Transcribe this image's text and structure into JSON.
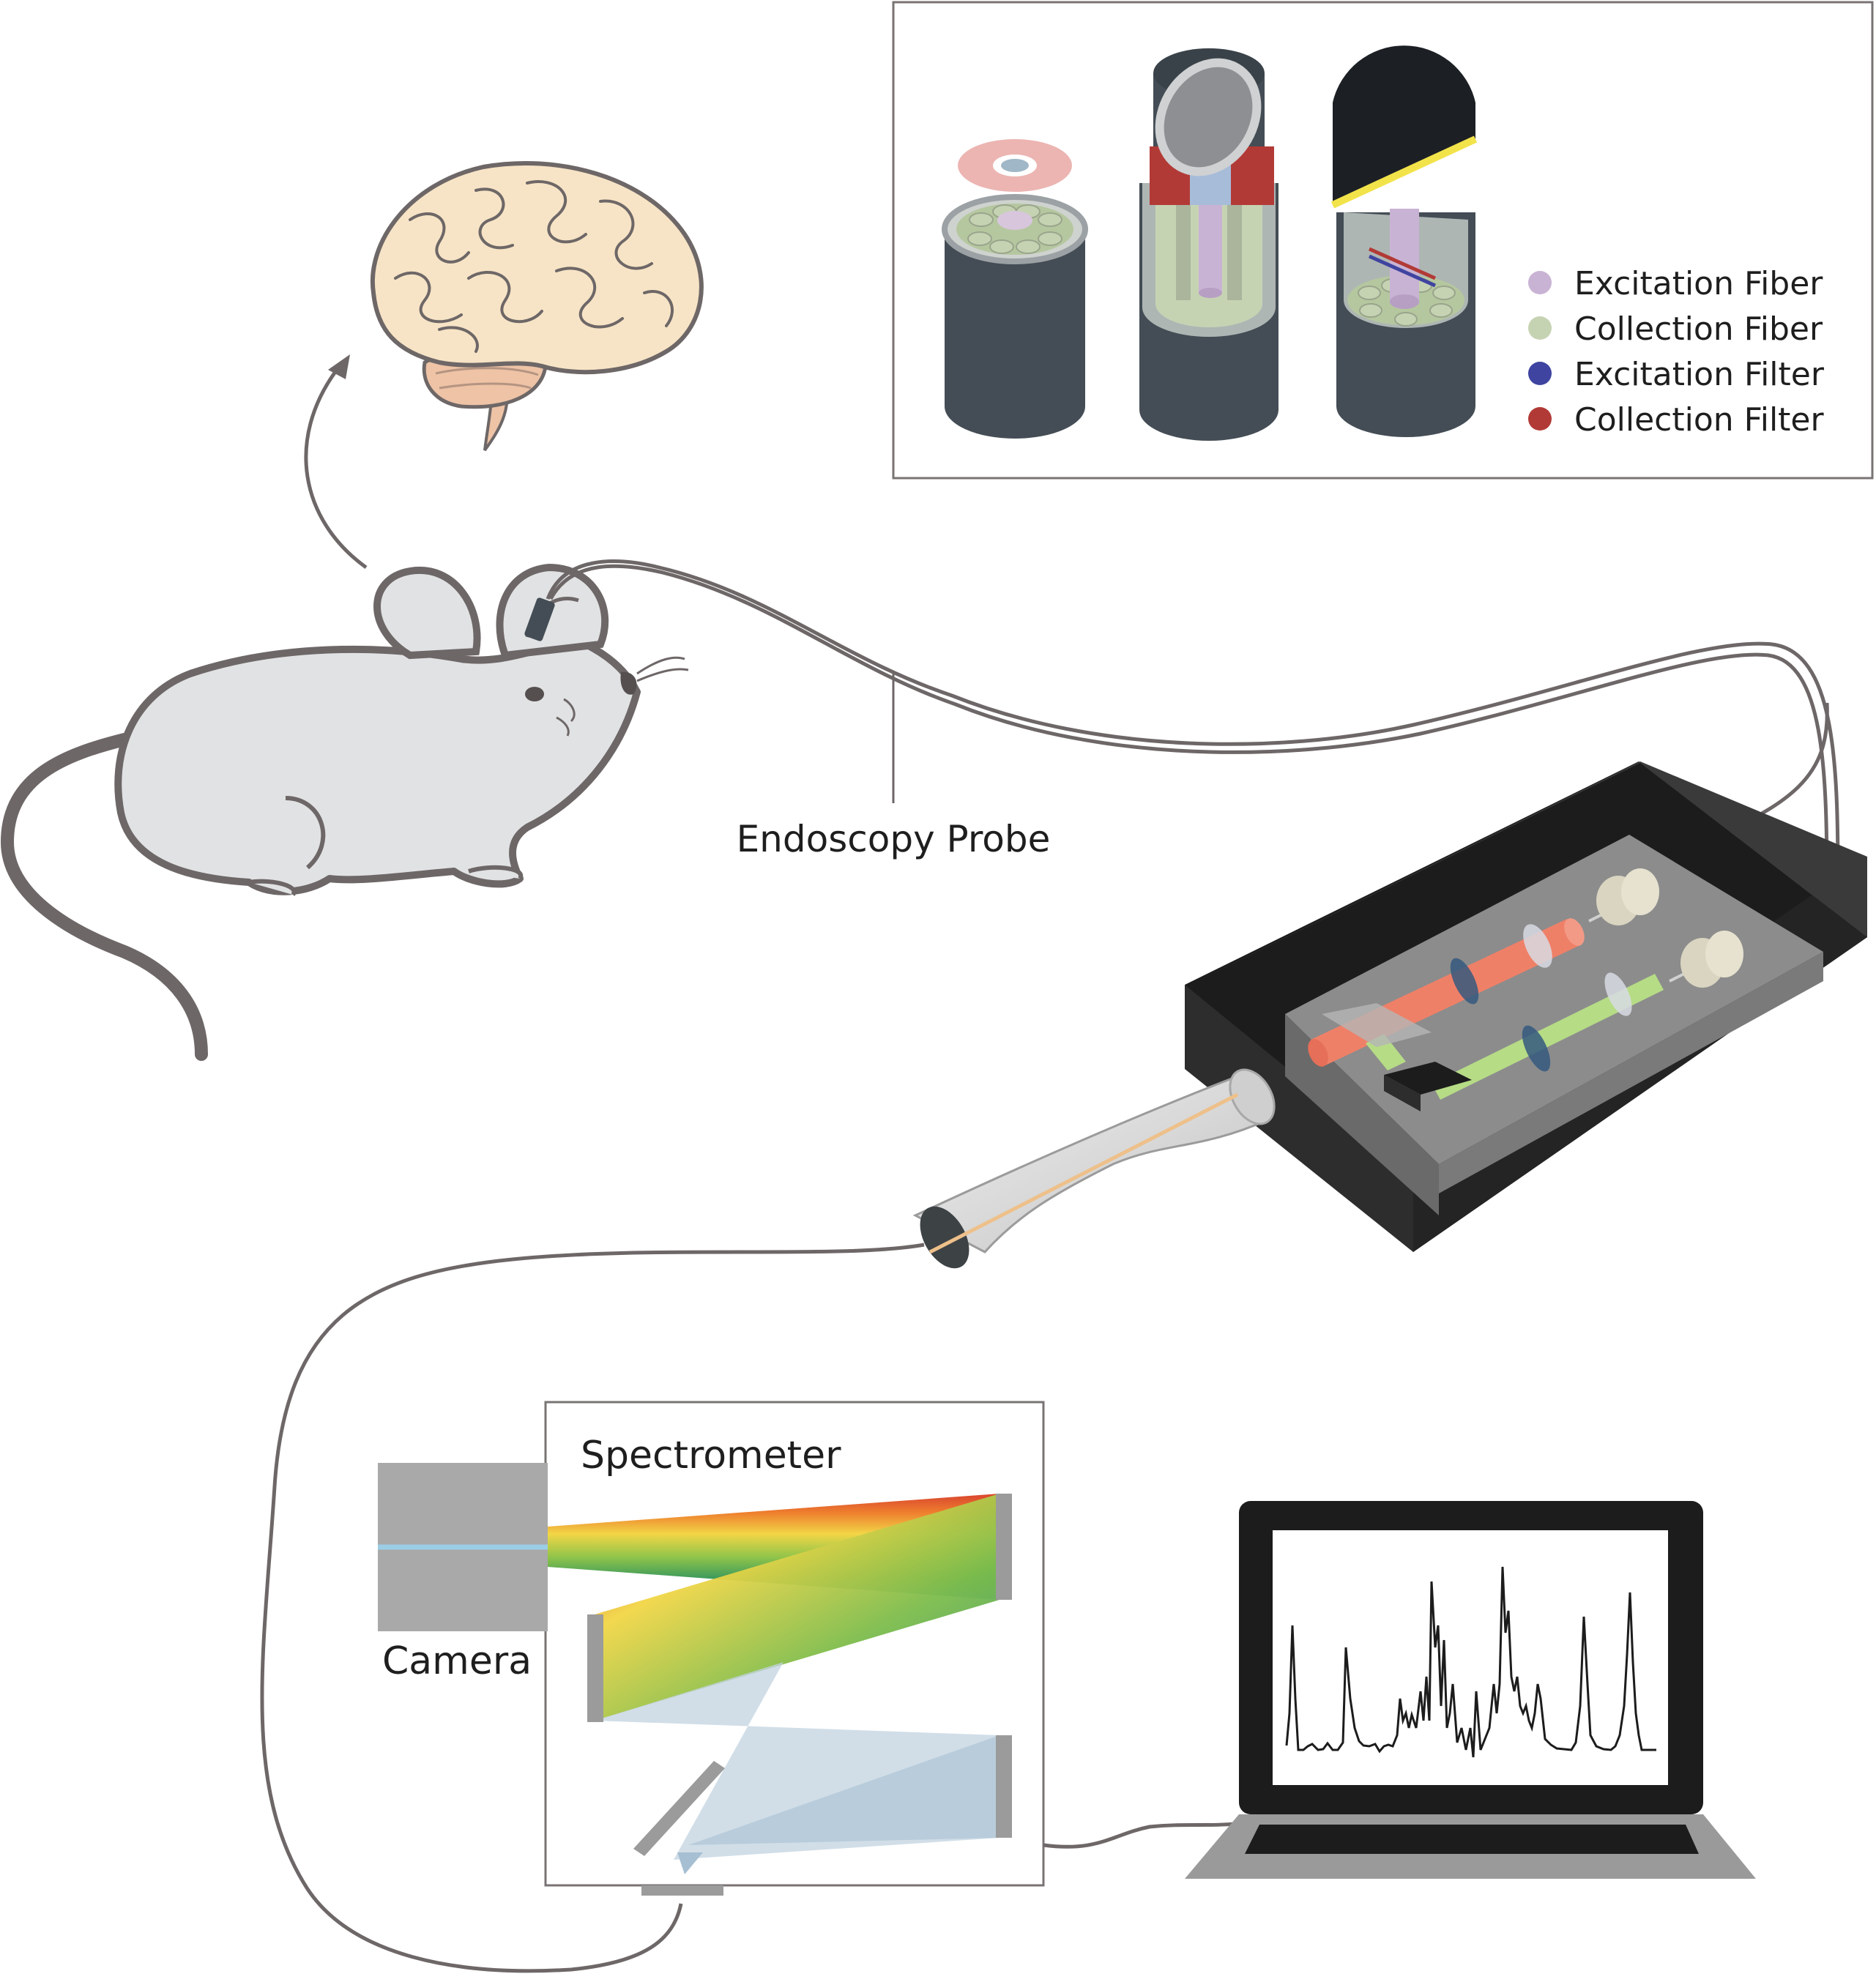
{
  "labels": {
    "endoscopy_probe": "Endoscopy Probe",
    "spectrometer": "Spectrometer",
    "camera": "Camera"
  },
  "legend": [
    {
      "label": "Excitation Fiber",
      "color": "#c9b3d4"
    },
    {
      "label": "Collection Fiber",
      "color": "#c6d3b3"
    },
    {
      "label": "Excitation Filter",
      "color": "#3f44a0"
    },
    {
      "label": "Collection Filter",
      "color": "#b23a36"
    }
  ],
  "colors": {
    "mouse_body": "#e1e2e4",
    "outline": "#6e6767",
    "brain": "#f7e4c6",
    "cerebellum": "#eec3a6",
    "probe_body": "#444d55",
    "housing": "#2b2b2b",
    "laser": "#ef8068",
    "green_beam": "#b6dc86"
  }
}
